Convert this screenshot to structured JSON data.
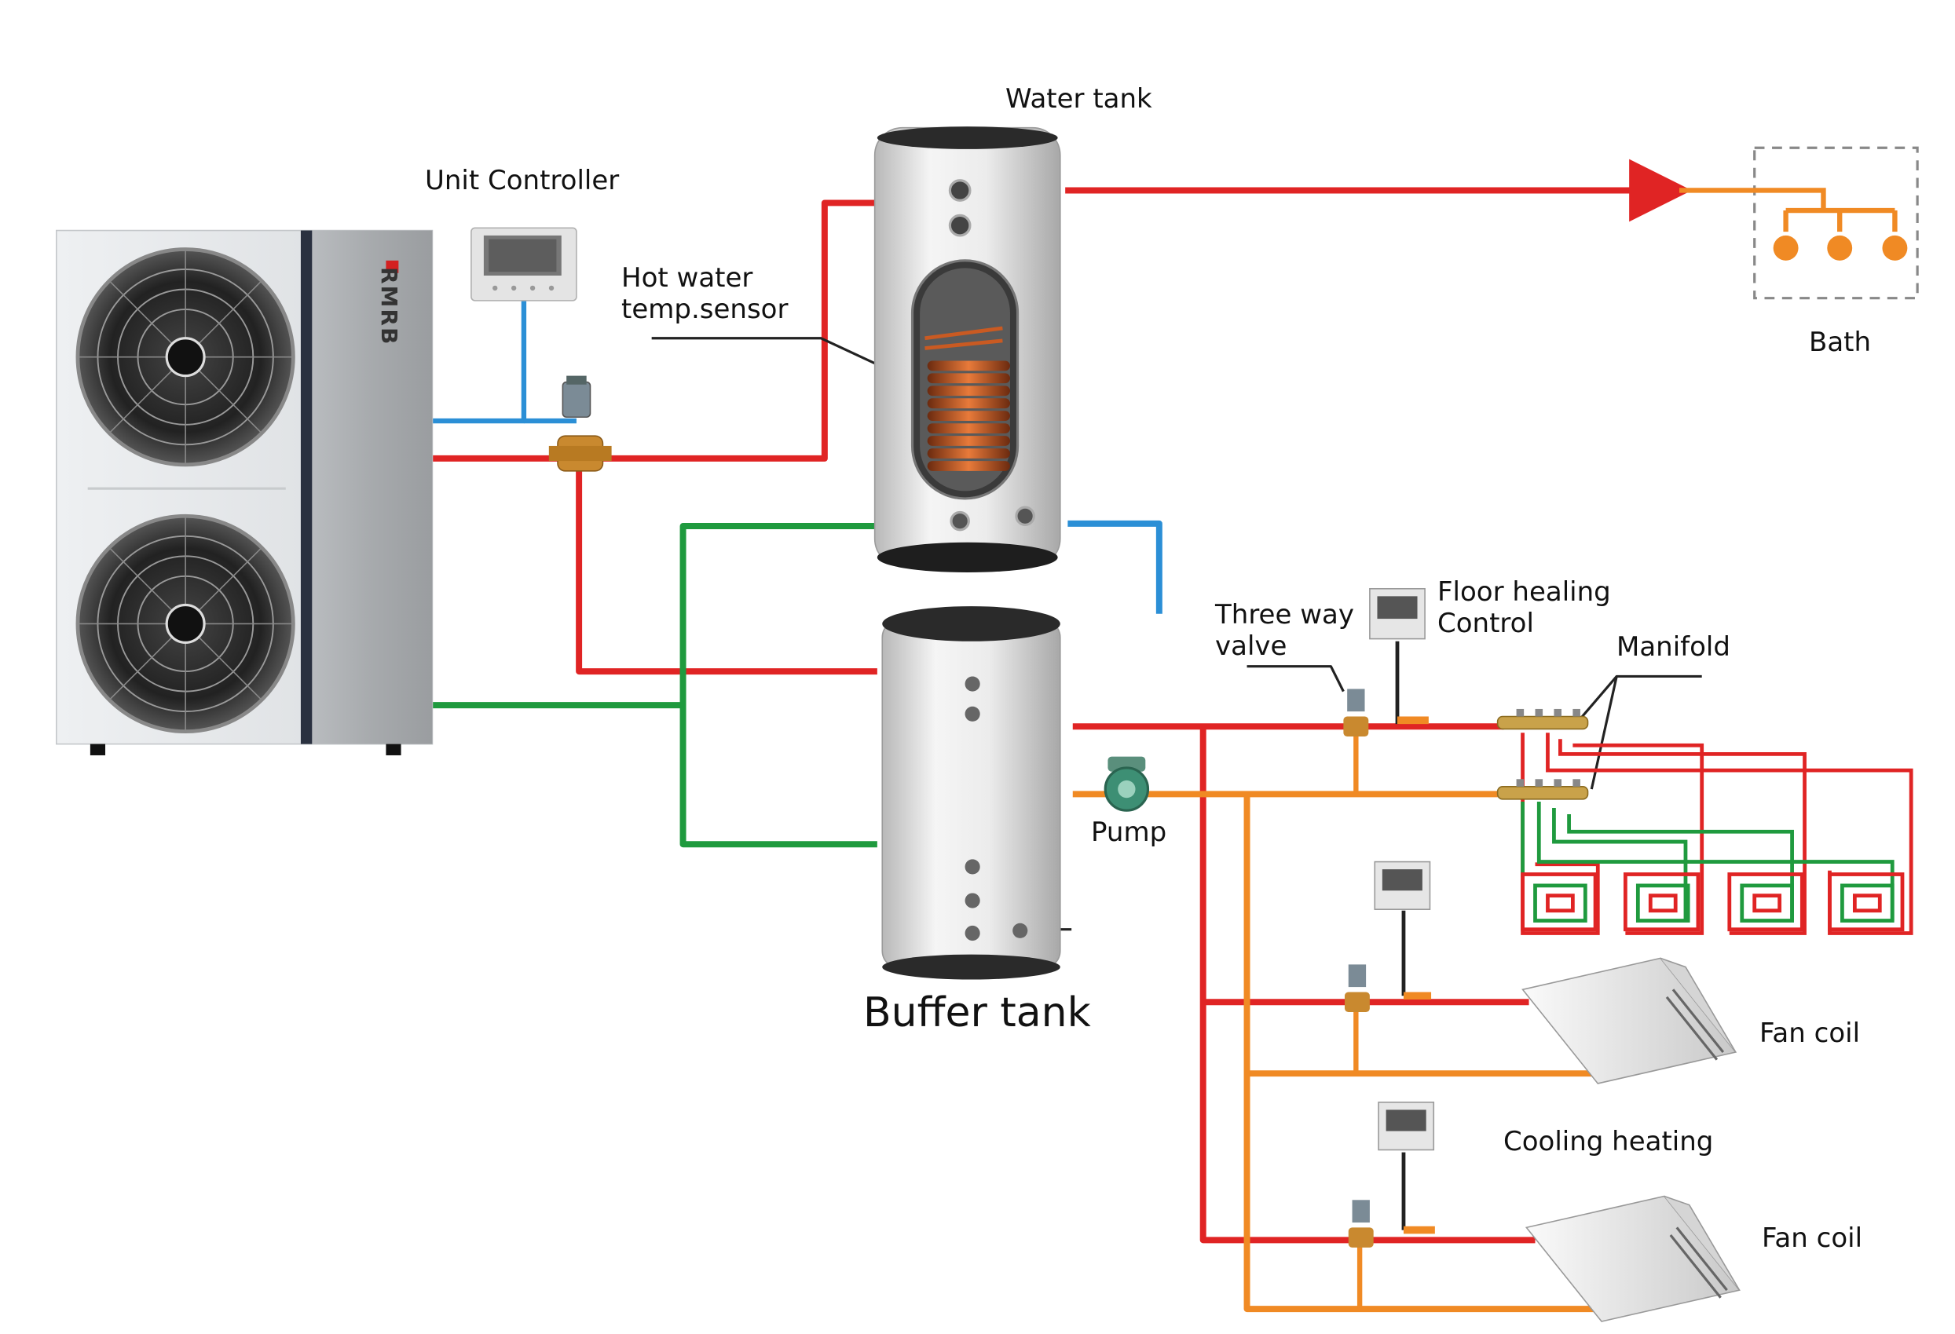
{
  "diagram": {
    "labels": {
      "unit_controller": "Unit Controller",
      "water_tank": "Water tank",
      "hot_water_sensor_line1": "Hot water",
      "hot_water_sensor_line2": "temp.sensor",
      "bath": "Bath",
      "three_way_valve_line1": "Three way",
      "three_way_valve_line2": "valve",
      "floor_heating_control_line1": "Floor healing",
      "floor_heating_control_line2": "Control",
      "manifold": "Manifold",
      "pump": "Pump",
      "buffer_tank": "Buffer tank",
      "fan_coil_1": "Fan coil",
      "cooling_heating": "Cooling heating",
      "fan_coil_2": "Fan coil"
    },
    "brand": "RMRB",
    "colors": {
      "hot_pipe": "#e02424",
      "cold_pipe": "#2b8fd6",
      "return_pipe": "#1f9a3e",
      "secondary_return": "#f08a24",
      "tank_body": "#e8e8e8",
      "coil": "#d9531e"
    }
  }
}
